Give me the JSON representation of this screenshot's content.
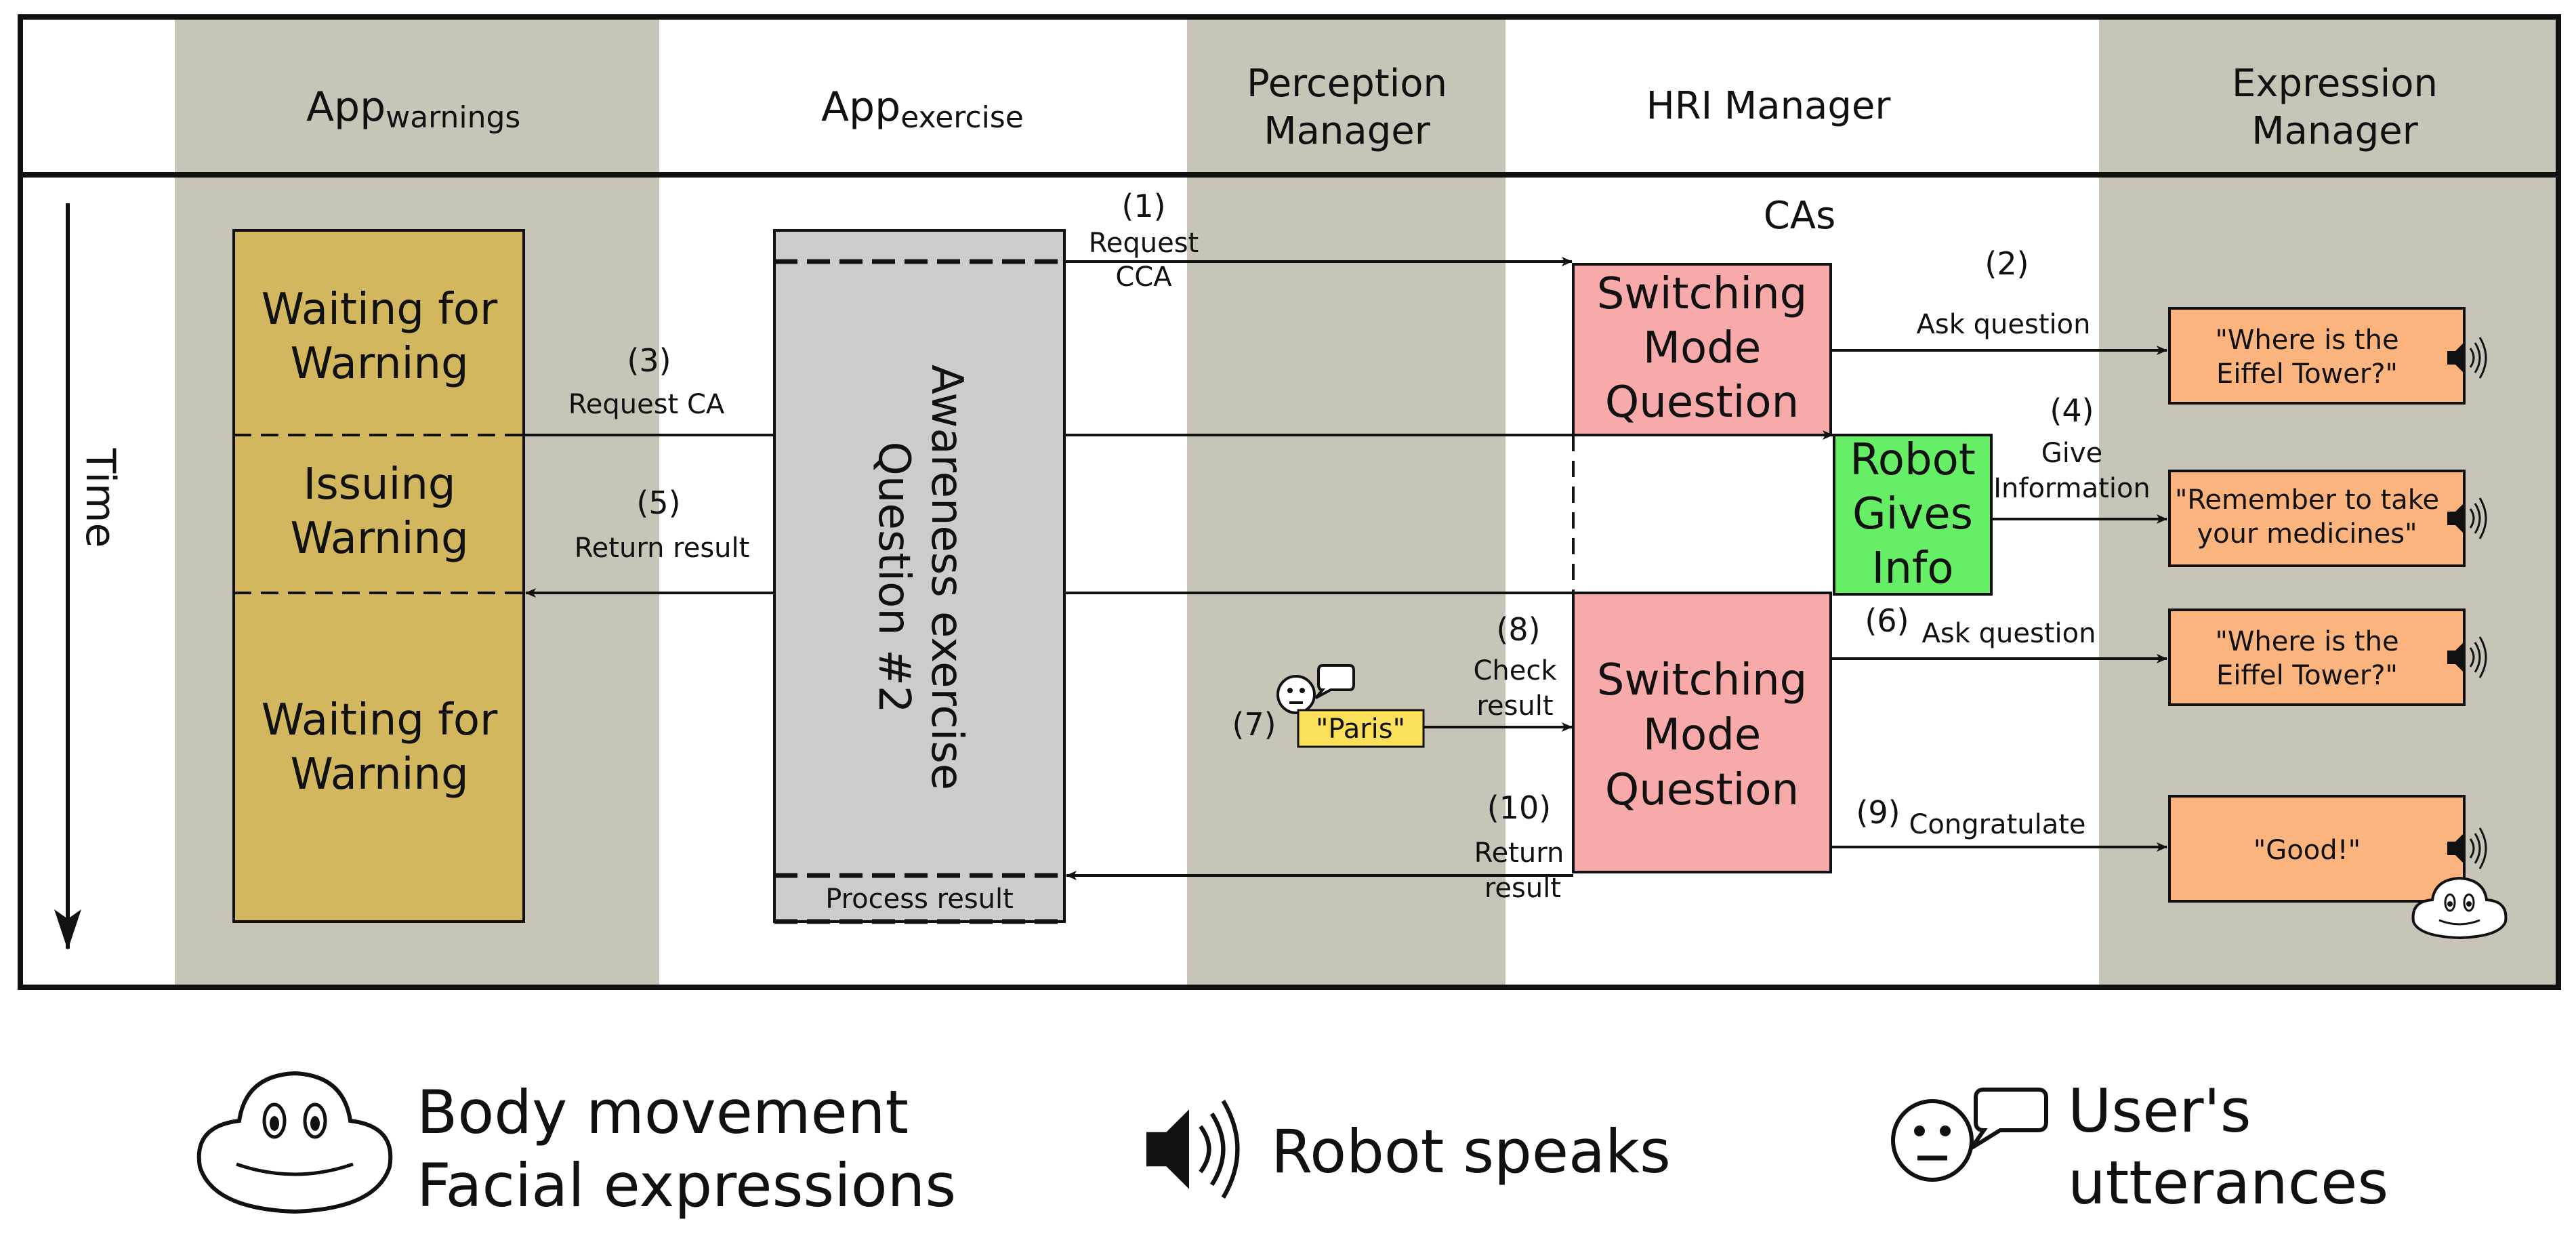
{
  "colors": {
    "lane_gray": "#c8c4b8",
    "app_warning_box": "#d3b75f",
    "app_exercise_box": "#cccccc",
    "switching_box": "#f8a9a9",
    "robot_info_box": "#66ee66",
    "speech_box": "#fbb47e",
    "user_utterance_box": "#fbe05a",
    "frame": "#111111"
  },
  "header": {
    "app_warnings": {
      "base": "App",
      "sub": "warnings"
    },
    "app_exercise": {
      "base": "App",
      "sub": "exercise"
    },
    "perception_manager": [
      "Perception",
      "Manager"
    ],
    "hri_manager": "HRI Manager",
    "expression_manager": [
      "Expression",
      "Manager"
    ]
  },
  "time_label": "Time",
  "cas_label": "CAs",
  "app_warnings_states": {
    "waiting_top": [
      "Waiting for",
      "Warning"
    ],
    "issuing": [
      "Issuing",
      "Warning"
    ],
    "waiting_bottom": [
      "Waiting for",
      "Warning"
    ]
  },
  "exercise": {
    "title": [
      "Awareness exercise",
      "Question #2"
    ],
    "process_result": "Process result"
  },
  "cas": {
    "switching_1": [
      "Switching",
      "Mode",
      "Question"
    ],
    "robot_gives_info": [
      "Robot",
      "Gives",
      "Info"
    ],
    "switching_2": [
      "Switching",
      "Mode",
      "Question"
    ]
  },
  "messages": {
    "m1": {
      "num": "(1)",
      "label": [
        "Request",
        "CCA"
      ]
    },
    "m2": {
      "num": "(2)",
      "label": [
        "Ask question"
      ]
    },
    "m3": {
      "num": "(3)",
      "label": [
        "Request CA"
      ]
    },
    "m4": {
      "num": "(4)",
      "label": [
        "Give",
        "Information"
      ]
    },
    "m5": {
      "num": "(5)",
      "label": [
        "Return result"
      ]
    },
    "m6": {
      "num": "(6)",
      "label": [
        "Ask question"
      ]
    },
    "m7": {
      "num": "(7)"
    },
    "m8": {
      "num": "(8)",
      "label": [
        "Check",
        "result"
      ]
    },
    "m9": {
      "num": "(9)",
      "label": [
        "Congratulate"
      ]
    },
    "m10": {
      "num": "(10)",
      "label": [
        "Return",
        "result"
      ]
    }
  },
  "utterances": {
    "speech_1": [
      "\"Where is the",
      "Eiffel Tower?\""
    ],
    "speech_2": [
      "\"Remember to take",
      "your medicines\""
    ],
    "speech_3": [
      "\"Where is the",
      "Eiffel Tower?\""
    ],
    "speech_4": [
      "\"Good!\""
    ],
    "user_paris": "\"Paris\""
  },
  "legend": {
    "body_movement": [
      "Body movement",
      "Facial expressions"
    ],
    "robot_speaks": "Robot speaks",
    "user_utterances": [
      "User's",
      "utterances"
    ]
  },
  "icons": [
    "robot-face-icon",
    "speaker-icon",
    "user-face-icon",
    "speech-bubble-icon",
    "arrowhead-icon"
  ]
}
